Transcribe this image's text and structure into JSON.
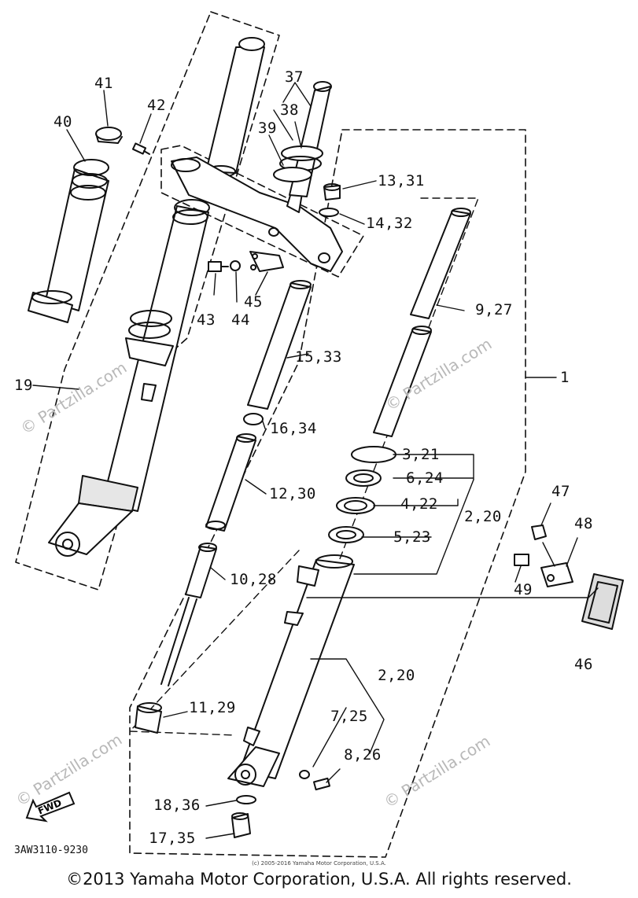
{
  "diagram": {
    "labels": [
      {
        "id": "p41",
        "text": "41"
      },
      {
        "id": "p42",
        "text": "42"
      },
      {
        "id": "p40",
        "text": "40"
      },
      {
        "id": "p37",
        "text": "37"
      },
      {
        "id": "p38",
        "text": "38"
      },
      {
        "id": "p39",
        "text": "39"
      },
      {
        "id": "p13",
        "text": "13,31"
      },
      {
        "id": "p14",
        "text": "14,32"
      },
      {
        "id": "p43",
        "text": "43"
      },
      {
        "id": "p44",
        "text": "44"
      },
      {
        "id": "p45",
        "text": "45"
      },
      {
        "id": "p9",
        "text": "9,27"
      },
      {
        "id": "p15",
        "text": "15,33"
      },
      {
        "id": "p19",
        "text": "19"
      },
      {
        "id": "p1",
        "text": "1"
      },
      {
        "id": "p16",
        "text": "16,34"
      },
      {
        "id": "p3",
        "text": "3,21"
      },
      {
        "id": "p6",
        "text": "6,24"
      },
      {
        "id": "p4",
        "text": "4,22"
      },
      {
        "id": "p12",
        "text": "12,30"
      },
      {
        "id": "p2a",
        "text": "2,20"
      },
      {
        "id": "p5",
        "text": "5,23"
      },
      {
        "id": "p47",
        "text": "47"
      },
      {
        "id": "p48",
        "text": "48"
      },
      {
        "id": "p10",
        "text": "10,28"
      },
      {
        "id": "p49",
        "text": "49"
      },
      {
        "id": "p46",
        "text": "46"
      },
      {
        "id": "p2b",
        "text": "2,20"
      },
      {
        "id": "p11",
        "text": "11,29"
      },
      {
        "id": "p7",
        "text": "7,25"
      },
      {
        "id": "p8",
        "text": "8,26"
      },
      {
        "id": "p18",
        "text": "18,36"
      },
      {
        "id": "p17",
        "text": "17,35"
      }
    ],
    "fwd_label": "FWD",
    "diagram_code": "3AW3110-9230",
    "small_copyright": "(c) 2005-2016 Yamaha Motor Corporation, U.S.A.",
    "watermark": "© Partzilla.com"
  },
  "footer": {
    "copyright": "©2013 Yamaha Motor Corporation, U.S.A. All rights reserved."
  }
}
